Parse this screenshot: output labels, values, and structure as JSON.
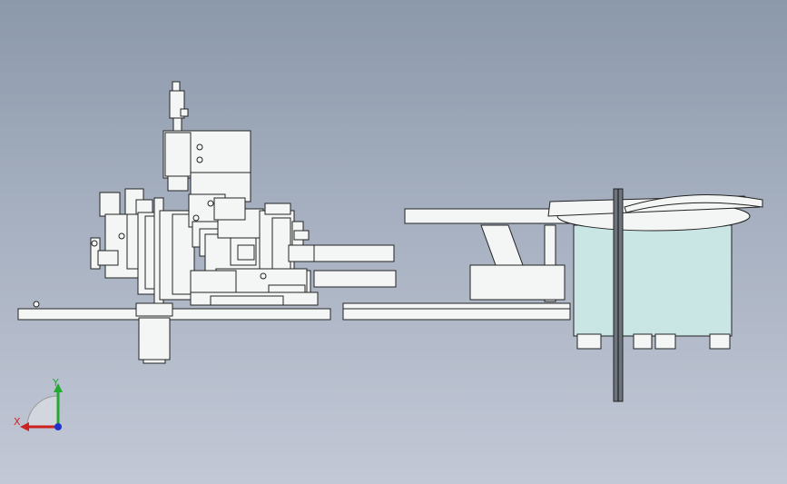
{
  "viewport": {
    "view": "front",
    "background_top": "#8c99ab",
    "background_bottom": "#c3c8d6"
  },
  "triad": {
    "x_label": "X",
    "y_label": "Y",
    "x_color": "#cc2222",
    "y_color": "#22aa33",
    "z_color": "#2233cc"
  },
  "model": {
    "line_color": "#222222",
    "part_fill": "#f4f5f5",
    "bowl_fill": "#c9e6e4",
    "parts": [
      "actuator-cylinder",
      "press-head",
      "feeder-mechanism",
      "base-plate-left",
      "base-plate-right",
      "track-rail",
      "ramp-support",
      "vibratory-bowl",
      "vertical-column",
      "air-cylinder",
      "bowl-feet"
    ]
  }
}
